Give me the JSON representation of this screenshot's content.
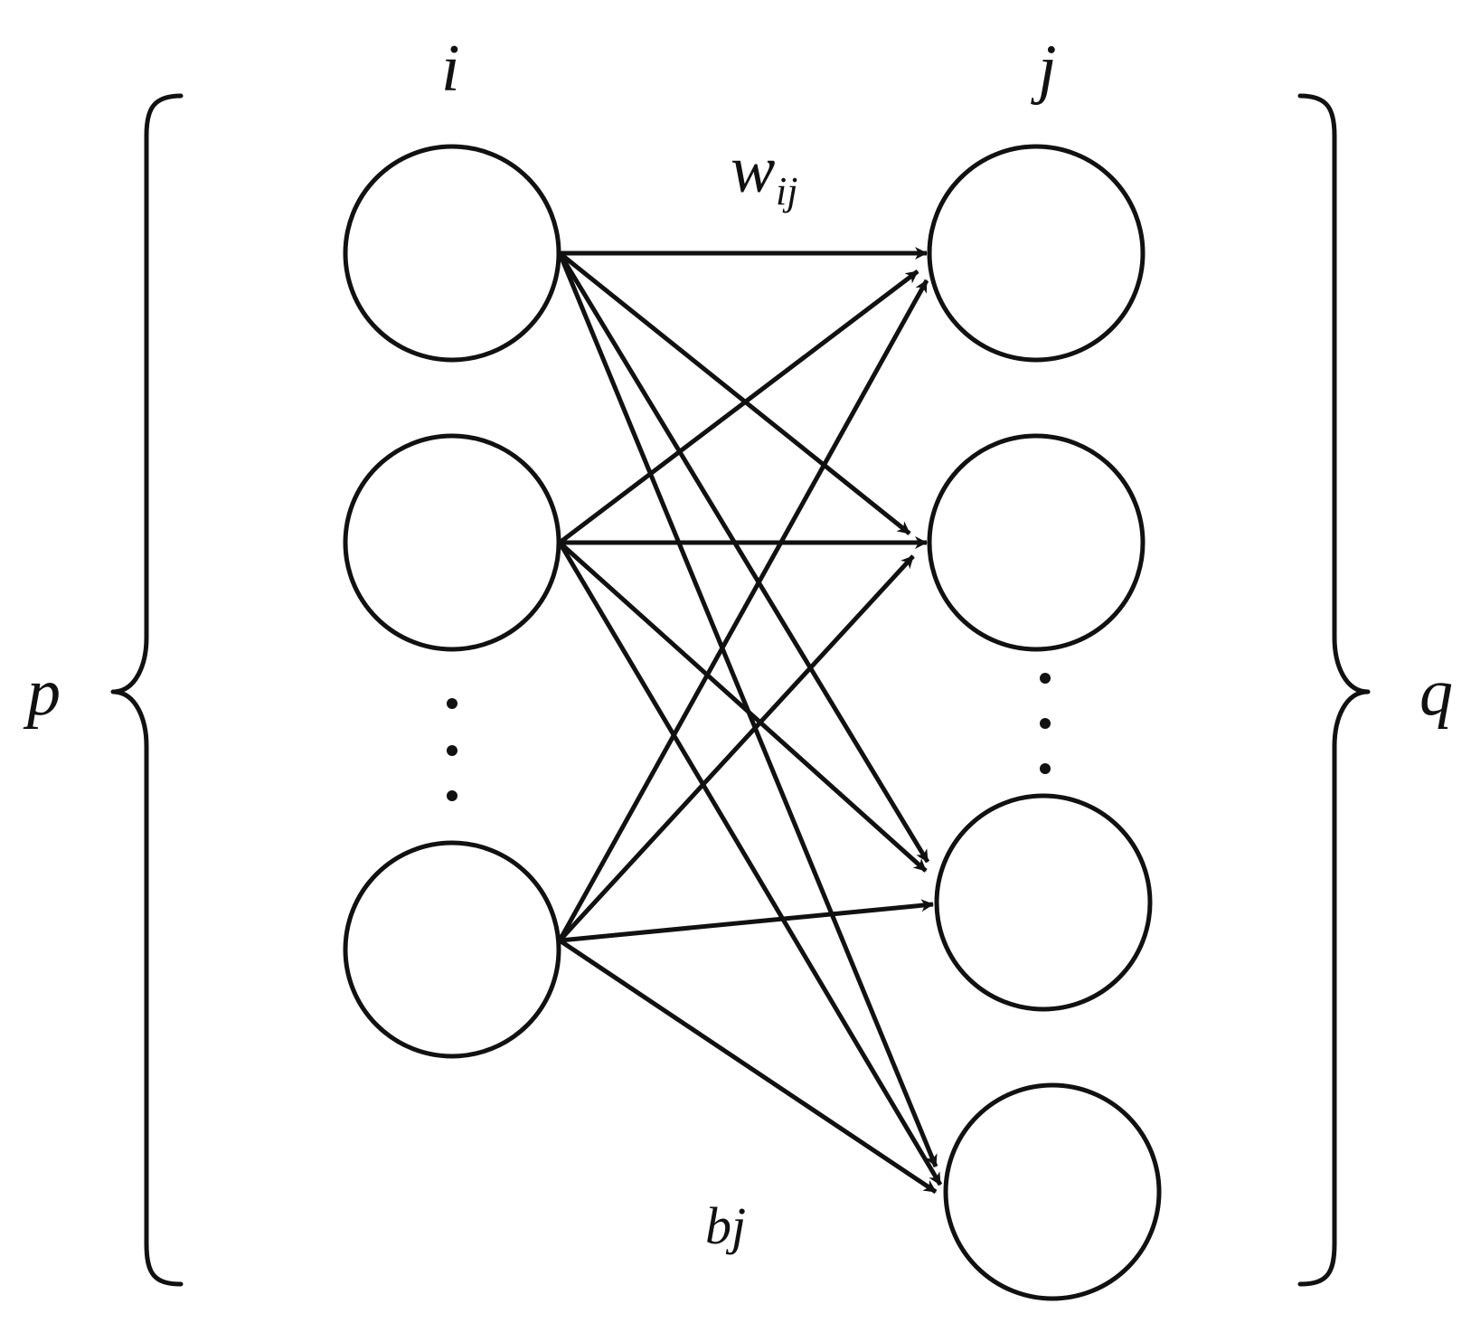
{
  "diagram": {
    "labels": {
      "input_layer": "i",
      "output_layer": "j",
      "input_count": "p",
      "output_count": "q",
      "weight_main": "w",
      "weight_sub": "ij",
      "bias": "bj"
    },
    "input_nodes": [
      "input-node-1",
      "input-node-2",
      "input-node-p"
    ],
    "output_nodes": [
      "output-node-1",
      "output-node-2",
      "output-node-3",
      "output-node-q"
    ],
    "connections": [
      [
        0,
        0
      ],
      [
        0,
        1
      ],
      [
        0,
        2
      ],
      [
        0,
        3
      ],
      [
        1,
        0
      ],
      [
        1,
        1
      ],
      [
        1,
        2
      ],
      [
        1,
        3
      ],
      [
        2,
        0
      ],
      [
        2,
        1
      ],
      [
        2,
        2
      ],
      [
        2,
        3
      ]
    ],
    "colors": {
      "stroke": "#111111",
      "background": "#ffffff"
    }
  }
}
